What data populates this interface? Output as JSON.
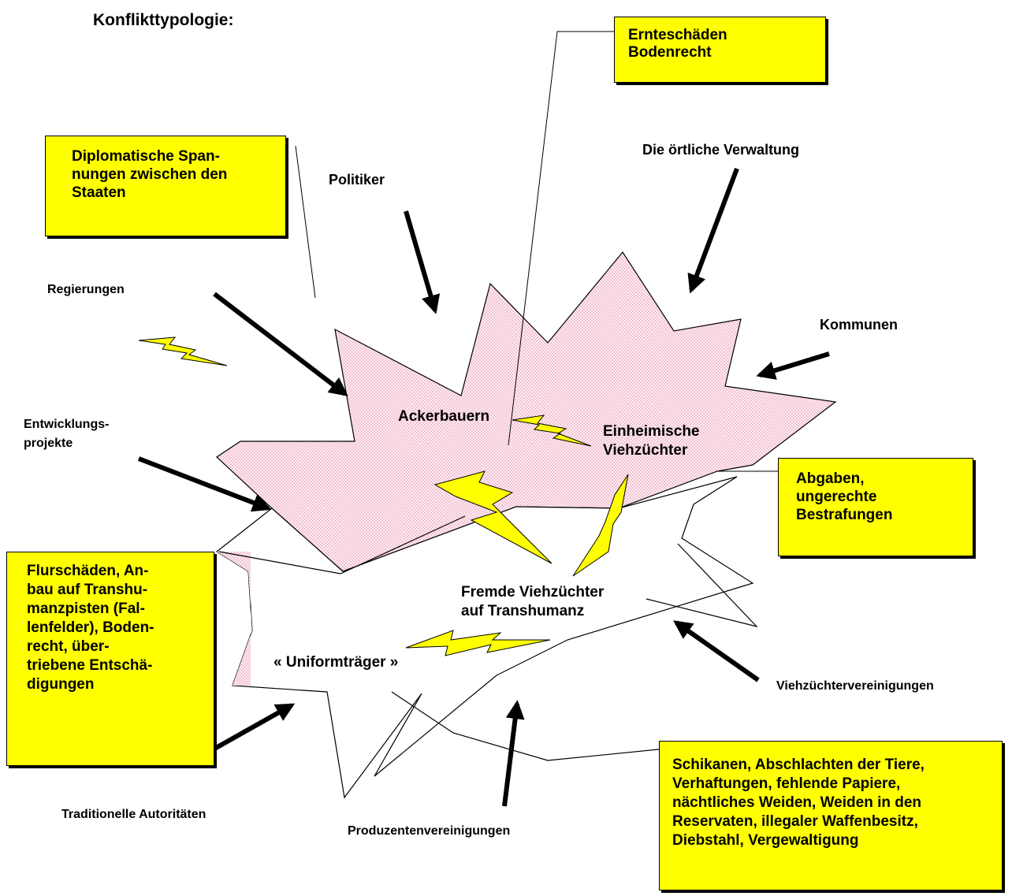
{
  "title": "Konflikttypologie:",
  "boxes": {
    "ernteschaeden": [
      "Ernteschäden",
      "Bodenrecht"
    ],
    "diplomatische": [
      "Diplomatische Span-",
      "nungen zwischen den",
      "Staaten"
    ],
    "abgaben": [
      "Abgaben,",
      "ungerechte",
      "Bestrafungen"
    ],
    "flurschaeden": [
      "Flurschäden, An-",
      "bau auf Transhu-",
      "manzpisten (Fal-",
      "lenfelder), Boden-",
      "recht, über-",
      "triebene Entschä-",
      "digungen"
    ],
    "schikanen": [
      "Schikanen, Abschlachten der Tiere,",
      "Verhaftungen, fehlende Papiere,",
      "nächtliches Weiden, Weiden in den",
      "Reservaten, illegaler Waffenbesitz,",
      "Diebstahl, Vergewaltigung"
    ]
  },
  "actors": {
    "politiker": "Politiker",
    "verwaltung": "Die örtliche Verwaltung",
    "regierungen": "Regierungen",
    "kommunen": "Kommunen",
    "entwicklung": [
      "Entwicklungs-",
      "projekte"
    ],
    "viehzuechtervereinigungen": "Viehzüchtervereinigungen",
    "traditionelle": "Traditionelle Autoritäten",
    "produzenten": "Produzentenvereinigungen"
  },
  "parties": {
    "ackerbauern": "Ackerbauern",
    "einheimische": [
      "Einheimische",
      "Viehzüchter"
    ],
    "fremde": [
      "Fremde Viehzüchter",
      "auf Transhumanz"
    ],
    "uniform": "« Uniformträger »"
  },
  "colors": {
    "box_fill": "#ffff00",
    "burst_fill": "#f6dbe4",
    "bolt_fill": "#ffff00",
    "stroke": "#000000"
  }
}
